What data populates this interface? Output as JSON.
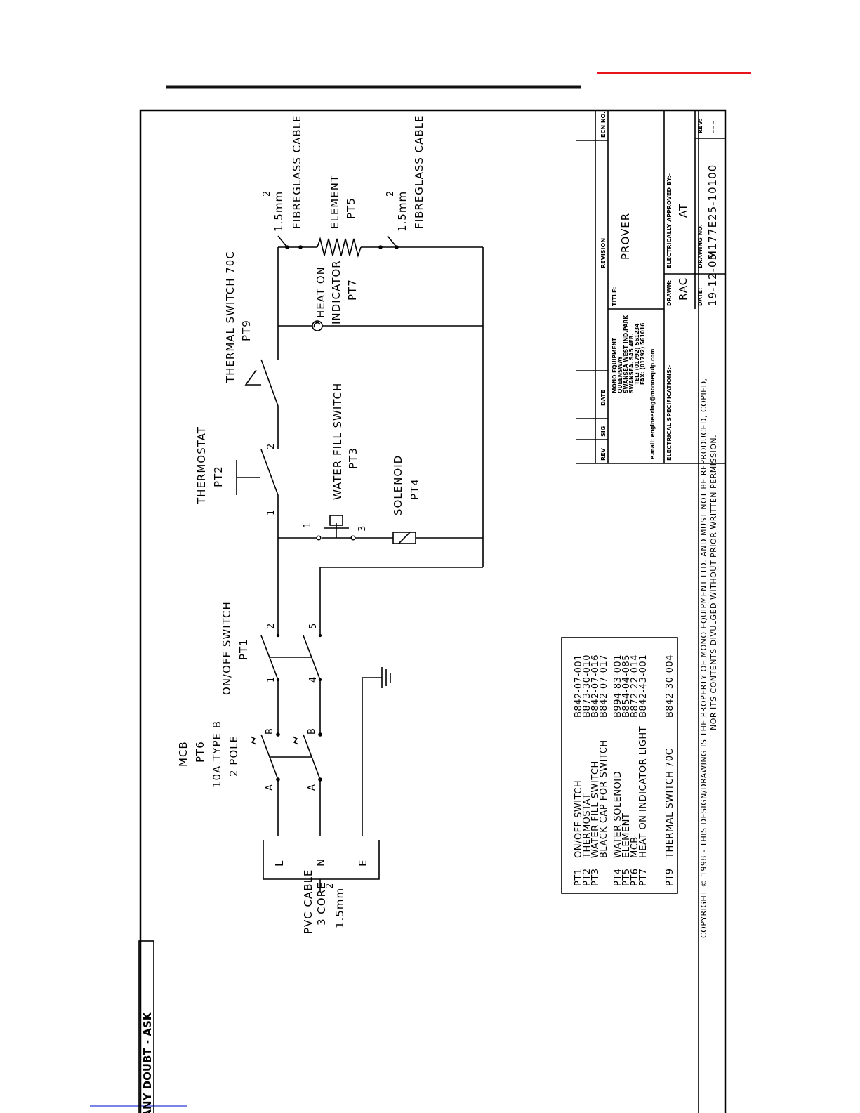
{
  "header": {
    "accent_color": "#e8141c",
    "rule_color": "#111111"
  },
  "doubt_label": "IF IN ANY DOUBT - ASK",
  "supply": {
    "cable": [
      "PVC CABLE",
      "3 CORE",
      "1.5mm",
      "2"
    ],
    "terminals": [
      "L",
      "N",
      "E"
    ]
  },
  "components": {
    "mcb": {
      "lines": [
        "MCB",
        "PT6",
        "10A TYPE B",
        "2 POLE"
      ],
      "terminals": [
        "A",
        "B",
        "A",
        "B"
      ]
    },
    "onoff": {
      "lines": [
        "ON/OFF SWITCH",
        "PT1"
      ],
      "pins": [
        "1",
        "2",
        "4",
        "5"
      ]
    },
    "thermostat": {
      "lines": [
        "THERMOSTAT",
        "PT2"
      ],
      "pins": [
        "1",
        "2"
      ]
    },
    "thermal_switch": {
      "lines": [
        "THERMAL SWITCH 70C",
        "PT9"
      ]
    },
    "water_fill": {
      "lines": [
        "WATER FILL SWITCH",
        "PT3"
      ],
      "pins": [
        "1",
        "3"
      ]
    },
    "solenoid": {
      "lines": [
        "SOLENOID",
        "PT4"
      ]
    },
    "heat_indicator": {
      "lines": [
        "HEAT ON",
        "INDICATOR",
        "PT7"
      ]
    },
    "element": {
      "lines": [
        "ELEMENT",
        "PT5"
      ]
    },
    "cable_top": [
      "1.5mm",
      "2",
      "FIBREGLASS CABLE"
    ],
    "cable_bottom": [
      "1.5mm",
      "2",
      "FIBREGLASS CABLE"
    ]
  },
  "parts_list": [
    {
      "pt": "PT1",
      "desc": "ON/OFF SWITCH",
      "code": "B842-07-001"
    },
    {
      "pt": "PT2",
      "desc": "THERMOSTAT",
      "code": "B873-30-010"
    },
    {
      "pt": "PT3",
      "desc": "WATER FILL SWITCH",
      "code": "B842-07-016"
    },
    {
      "pt": "",
      "desc": "BLACK CAP FOR SWITCH",
      "code": "B842-07-017"
    },
    {
      "pt": "PT4",
      "desc": "WATER SOLENOID",
      "code": "B994-83-001"
    },
    {
      "pt": "PT5",
      "desc": "ELEMENT",
      "code": "B854-04-085"
    },
    {
      "pt": "PT6",
      "desc": "MCB",
      "code": "B872-22-014"
    },
    {
      "pt": "PT7",
      "desc": "HEAT ON INDICATOR LIGHT",
      "code": "B842-43-001"
    },
    {
      "pt": "PT9",
      "desc": "THERMAL SWITCH 70C",
      "code": "B842-30-004"
    }
  ],
  "copyright": [
    "COPYRIGHT © 1998 - THIS DESIGN/DRAWING IS THE PROPERTY OF MONO EQUIPMENT LTD. AND MUST NOT BE REPRODUCED, COPIED,",
    "NOR ITS CONTENTS DIVULGED WITHOUT PRIOR WRITTEN PERMISSION."
  ],
  "title_block": {
    "rev_headers": [
      "REV",
      "SIG",
      "DATE",
      "REVISION",
      "ECN NO."
    ],
    "company": [
      "MONO EQUIPMENT",
      "QUEENSWAY",
      "SWANSEA WEST IND.PARK",
      "SWANSEA.          SA5 4EB.",
      "TEL: (01792) 561234",
      "FAX: (01792) 561016",
      "e.mail: engineering@monoequip.com"
    ],
    "title_label": "TITLE:",
    "title": "PROVER",
    "elec_spec_label": "ELECTRICAL SPECIFICATIONS:-",
    "drawn_label": "DRAWN:",
    "drawn": "RAC",
    "approved_label": "ELECTRICALLY APPROVED BY:-",
    "approved": "AT",
    "date_label": "DATE:",
    "date": "19-12-05",
    "drawing_no_label": "DRAWING NO.",
    "drawing_no": "M177E25-10100",
    "rev_label": "REV:",
    "rev": "---"
  }
}
